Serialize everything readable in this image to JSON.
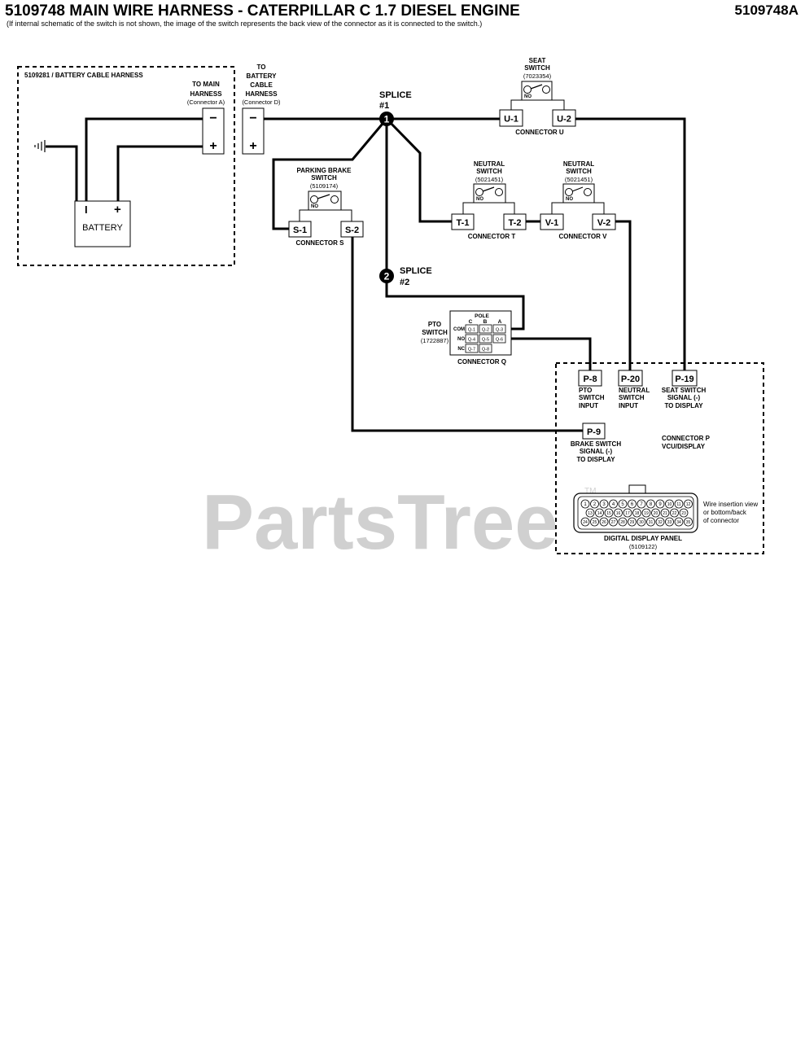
{
  "header": {
    "title": "5109748 MAIN WIRE HARNESS - CATERPILLAR C 1.7 DIESEL ENGINE",
    "subtitle": "(If internal schematic of the switch is not shown, the image of the switch represents the back view of the connector as it is connected to the switch.)",
    "code": "5109748A"
  },
  "battery_harness": {
    "label": "5109281 / BATTERY CABLE HARNESS",
    "to_main_1": "TO MAIN",
    "to_main_2": "HARNESS",
    "to_main_conn": "(Connector A)",
    "battery": "BATTERY",
    "neg": "−",
    "pos": "+",
    "bat_neg": "I",
    "bat_pos": "+"
  },
  "to_battery": {
    "l1": "TO",
    "l2": "BATTERY",
    "l3": "CABLE",
    "l4": "HARNESS",
    "conn": "(Connector D)",
    "neg": "−",
    "pos": "+"
  },
  "splices": {
    "s1_label": "SPLICE",
    "s1_num": "#1",
    "s1_badge": "1",
    "s2_label": "SPLICE",
    "s2_num": "#2",
    "s2_badge": "2"
  },
  "seat_switch": {
    "l1": "SEAT",
    "l2": "SWITCH",
    "part": "(7023354)",
    "no": "NO",
    "pin1": "U-1",
    "pin2": "U-2",
    "connector": "CONNECTOR U"
  },
  "parking_brake": {
    "l1": "PARKING BRAKE",
    "l2": "SWITCH",
    "part": "(5109174)",
    "no": "NO",
    "pin1": "S-1",
    "pin2": "S-2",
    "connector": "CONNECTOR S"
  },
  "neutral_t": {
    "l1": "NEUTRAL",
    "l2": "SWITCH",
    "part": "(5021451)",
    "no": "NO",
    "pin1": "T-1",
    "pin2": "T-2",
    "connector": "CONNECTOR T"
  },
  "neutral_v": {
    "l1": "NEUTRAL",
    "l2": "SWITCH",
    "part": "(5021451)",
    "no": "NO",
    "pin1": "V-1",
    "pin2": "V-2",
    "connector": "CONNECTOR V"
  },
  "pto": {
    "l1": "PTO",
    "l2": "SWITCH",
    "part": "(1722887)",
    "pole": "POLE",
    "cols": [
      "C",
      "B",
      "A"
    ],
    "rows": [
      "COM",
      "NO",
      "NC"
    ],
    "cells": [
      "Q-1",
      "Q-2",
      "Q-3",
      "Q-4",
      "Q-5",
      "Q-6",
      "Q-7",
      "Q-8"
    ],
    "connector": "CONNECTOR Q"
  },
  "display": {
    "p8": "P-8",
    "p8_l1": "PTO",
    "p8_l2": "SWITCH",
    "p8_l3": "INPUT",
    "p20": "P-20",
    "p20_l1": "NEUTRAL",
    "p20_l2": "SWITCH",
    "p20_l3": "INPUT",
    "p19": "P-19",
    "p19_l1": "SEAT SWITCH",
    "p19_l2": "SIGNAL (-)",
    "p19_l3": "TO DISPLAY",
    "p9": "P-9",
    "p9_l1": "BRAKE SWITCH",
    "p9_l2": "SIGNAL (-)",
    "p9_l3": "TO DISPLAY",
    "conn_l1": "CONNECTOR P",
    "conn_l2": "VCU/DISPLAY",
    "wire_l1": "Wire insertion view",
    "wire_l2": "or bottom/back",
    "wire_l3": "of connector",
    "panel": "DIGITAL DISPLAY PANEL",
    "panel_part": "(5109122)",
    "pins_row1": [
      "1",
      "2",
      "3",
      "4",
      "5",
      "6",
      "7",
      "8",
      "9",
      "10",
      "11",
      "12"
    ],
    "pins_row2": [
      "13",
      "14",
      "15",
      "16",
      "17",
      "18",
      "19",
      "20",
      "21",
      "22",
      "23"
    ],
    "pins_row3": [
      "24",
      "25",
      "26",
      "27",
      "28",
      "29",
      "30",
      "31",
      "32",
      "33",
      "34",
      "35"
    ]
  },
  "watermark": {
    "text": "PartsTree",
    "tm": "TM"
  }
}
